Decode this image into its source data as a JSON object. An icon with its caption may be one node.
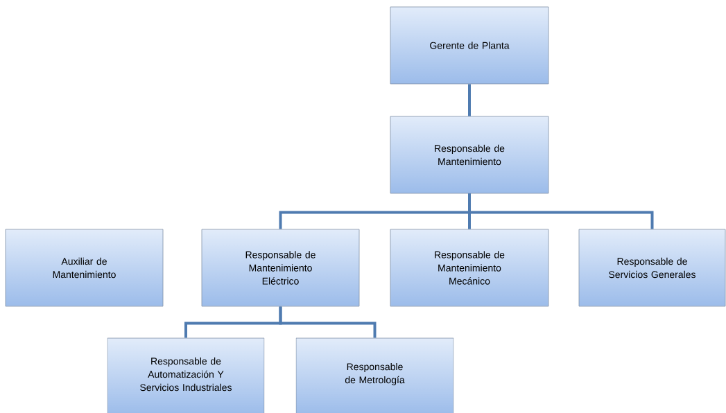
{
  "diagram": {
    "nodes": [
      {
        "text": [
          "Gerente de Planta"
        ]
      },
      {
        "text": [
          "Responsable de Mantenimiento"
        ]
      },
      {
        "text": [
          "Auxiliar de Mantenimiento"
        ]
      },
      {
        "text": [
          "Responsable de Mantenimiento Eléctrico"
        ]
      },
      {
        "text": [
          "Responsable de Mantenimiento Mecánico"
        ]
      },
      {
        "text": [
          "Responsable de Servicios Generales"
        ]
      },
      {
        "text": [
          "Responsable de Automatización Y Servicios Industriales"
        ]
      },
      {
        "text": [
          "Responsable de Metrología"
        ]
      }
    ],
    "edges": [
      {
        "from": 0,
        "to": 1,
        "arrow": "none"
      },
      {
        "from": 1,
        "to": 3,
        "arrow": "none"
      },
      {
        "from": 1,
        "to": 4,
        "arrow": "none"
      },
      {
        "from": 1,
        "to": 5,
        "arrow": "none"
      },
      {
        "from": 3,
        "to": 6,
        "arrow": "none"
      },
      {
        "from": 3,
        "to": 7,
        "arrow": "none"
      }
    ]
  }
}
